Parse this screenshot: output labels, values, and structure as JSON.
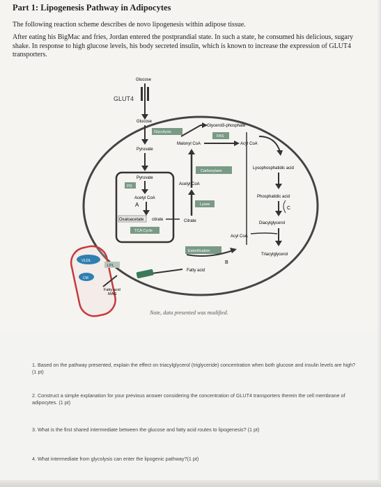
{
  "title": "Part 1: Lipogenesis Pathway in Adipocytes",
  "intro": "The following reaction scheme describes de novo lipogenesis within adipose tissue.",
  "paragraph": "After eating his BigMac and fries, Jordan entered the postprandial state. In such a state, he consumed his delicious, sugary shake. In response to high glucose levels, his body secreted insulin, which is known to increase the expression of GLUT4 transporters.",
  "diagram": {
    "glucose_top": "Glucose",
    "glut4": "GLUT4",
    "glucose_inner": "Glucose",
    "glycolysis": "Glycolysis",
    "pyruvate": "Pyruvate",
    "pyruvate_mito": "Pyruvate",
    "pd": "PD",
    "acetyl_coa_mito": "Acetyl CoA",
    "label_a": "A",
    "oxaloacetate": "Oxaloacetate",
    "citrate_mito": "citrate",
    "tca_cycle": "TCA Cycle",
    "malonyl_coa": "Malonyl CoA",
    "fas": "FAS",
    "acyl_coa_top": "Acyl CoA",
    "glycerol3p": "Glycerol3-phosphate",
    "carboxylase": "Carboxylase",
    "acetyl_coa_cyto": "Acetyl CoA",
    "lyase": "Lyase",
    "citrate_cyto": "Citrate",
    "lysophosphatidic": "Lysophosphatidic acid",
    "phosphatidic": "Phosphatidic acid",
    "label_c": "C",
    "diacylglycerol": "Diacylglycerol",
    "acyl_coa_mid": "Acyl CoA",
    "triacylglycerol": "Triacylglycerol",
    "esterification": "Esterification",
    "label_b": "B",
    "fatty_acid": "Fatty acid",
    "vldl": "VLDL",
    "lpl": "LPL",
    "cm": "CM",
    "fatty_acid_mag_1": "Fatty acid",
    "fatty_acid_mag_2": "MAG"
  },
  "note": "Note, data presented was modified.",
  "questions": {
    "q1": "1. Based on the pathway presented, explain the effect on triacylglycerol (triglyceride) concentration when both glucose and insulin levels are high? (1 pt)",
    "q2": "2. Construct a simple explanation for your previous answer considering the concentration of GLUT4 transporters therein the cell membrane of adipocytes. (1 pt)",
    "q3": "3. What is the first shared intermediate between the glucose and fatty acid routes to lipogenesis? (1 pt)",
    "q4": "4. What intermediate from glycolysis can enter the lipogenic pathway?(1 pt)"
  },
  "colors": {
    "membrane": "#444444",
    "enzyme_green": "#3a7a5a",
    "vessel_red": "#c73a3a",
    "box_fill": "#7a9a86",
    "lipoprotein_blue": "#2f7fb0"
  }
}
